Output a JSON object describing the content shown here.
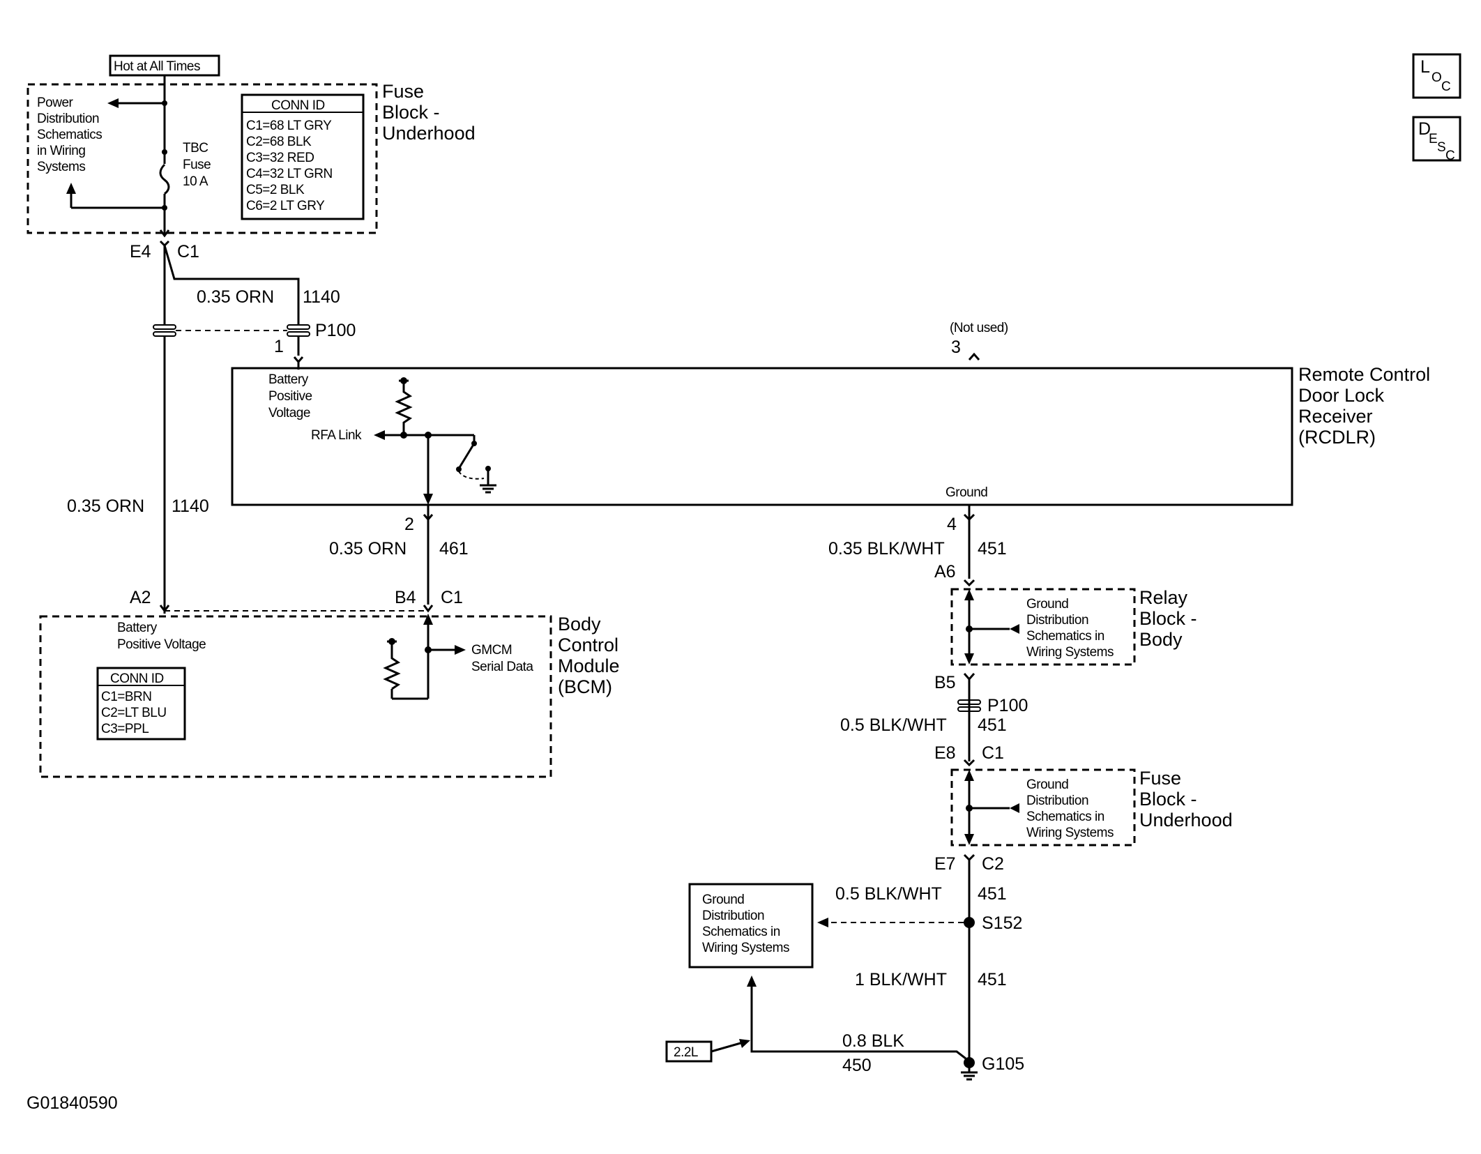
{
  "hot_label": "Hot at All Times",
  "fuse_block_top": {
    "title": [
      "Fuse",
      "Block -",
      "Underhood"
    ],
    "power_note": [
      "Power",
      "Distribution",
      "Schematics",
      "in Wiring",
      "Systems"
    ],
    "fuse_label": [
      "TBC",
      "Fuse",
      "10 A"
    ],
    "conn_title": "CONN ID",
    "conn_rows": [
      "C1=68 LT GRY",
      "C2=68 BLK",
      "C3=32 RED",
      "C4=32 LT GRN",
      "C5=2 BLK",
      "C6=2 LT GRY"
    ]
  },
  "connectors": {
    "e4": "E4",
    "c1_top": "C1",
    "p100_top": "P100",
    "pin1": "1",
    "pin3": "3",
    "not_used": "(Not used)",
    "pin2": "2",
    "pin4": "4",
    "a2": "A2",
    "b4": "B4",
    "c1_bcm": "C1",
    "a6": "A6",
    "b5": "B5",
    "p100_mid": "P100",
    "e8": "E8",
    "c1_mid": "C1",
    "e7": "E7",
    "c2": "C2",
    "s152": "S152",
    "g105": "G105"
  },
  "wires": {
    "w1_gauge": "0.35 ORN",
    "w1_circuit": "1140",
    "w2_gauge": "0.35 ORN",
    "w2_circuit": "1140",
    "w3_gauge": "0.35 ORN",
    "w3_circuit": "461",
    "w4_gauge": "0.35 BLK/WHT",
    "w4_circuit": "451",
    "w5_gauge": "0.5 BLK/WHT",
    "w5_circuit": "451",
    "w6_gauge": "0.5 BLK/WHT",
    "w6_circuit": "451",
    "w7_gauge": "1 BLK/WHT",
    "w7_circuit": "451",
    "w8_gauge": "0.8 BLK",
    "w8_circuit": "450"
  },
  "rcdlr": {
    "title": [
      "Remote Control",
      "Door Lock",
      "Receiver",
      "(RCDLR)"
    ],
    "batt": [
      "Battery",
      "Positive",
      "Voltage"
    ],
    "rfa": "RFA Link",
    "ground": "Ground"
  },
  "bcm": {
    "title": [
      "Body",
      "Control",
      "Module",
      "(BCM)"
    ],
    "batt": [
      "Battery",
      "Positive Voltage"
    ],
    "gmcm": [
      "GMCM",
      "Serial Data"
    ],
    "conn_title": "CONN ID",
    "conn_rows": [
      "C1=BRN",
      "C2=LT BLU",
      "C3=PPL"
    ]
  },
  "relay_block": {
    "title": [
      "Relay",
      "Block -",
      "Body"
    ],
    "note": [
      "Ground",
      "Distribution",
      "Schematics in",
      "Wiring Systems"
    ]
  },
  "fuse_block_mid": {
    "title": [
      "Fuse",
      "Block -",
      "Underhood"
    ],
    "note": [
      "Ground",
      "Distribution",
      "Schematics in",
      "Wiring Systems"
    ]
  },
  "ground_box": [
    "Ground",
    "Distribution",
    "Schematics in",
    "Wiring Systems"
  ],
  "engine_tag": "2.2L",
  "loc_icon": {
    "big": "L",
    "small": [
      "O",
      "C"
    ]
  },
  "desc_icon": {
    "big": "D",
    "small": [
      "E",
      "S",
      "C"
    ]
  },
  "figure_id": "G01840590"
}
